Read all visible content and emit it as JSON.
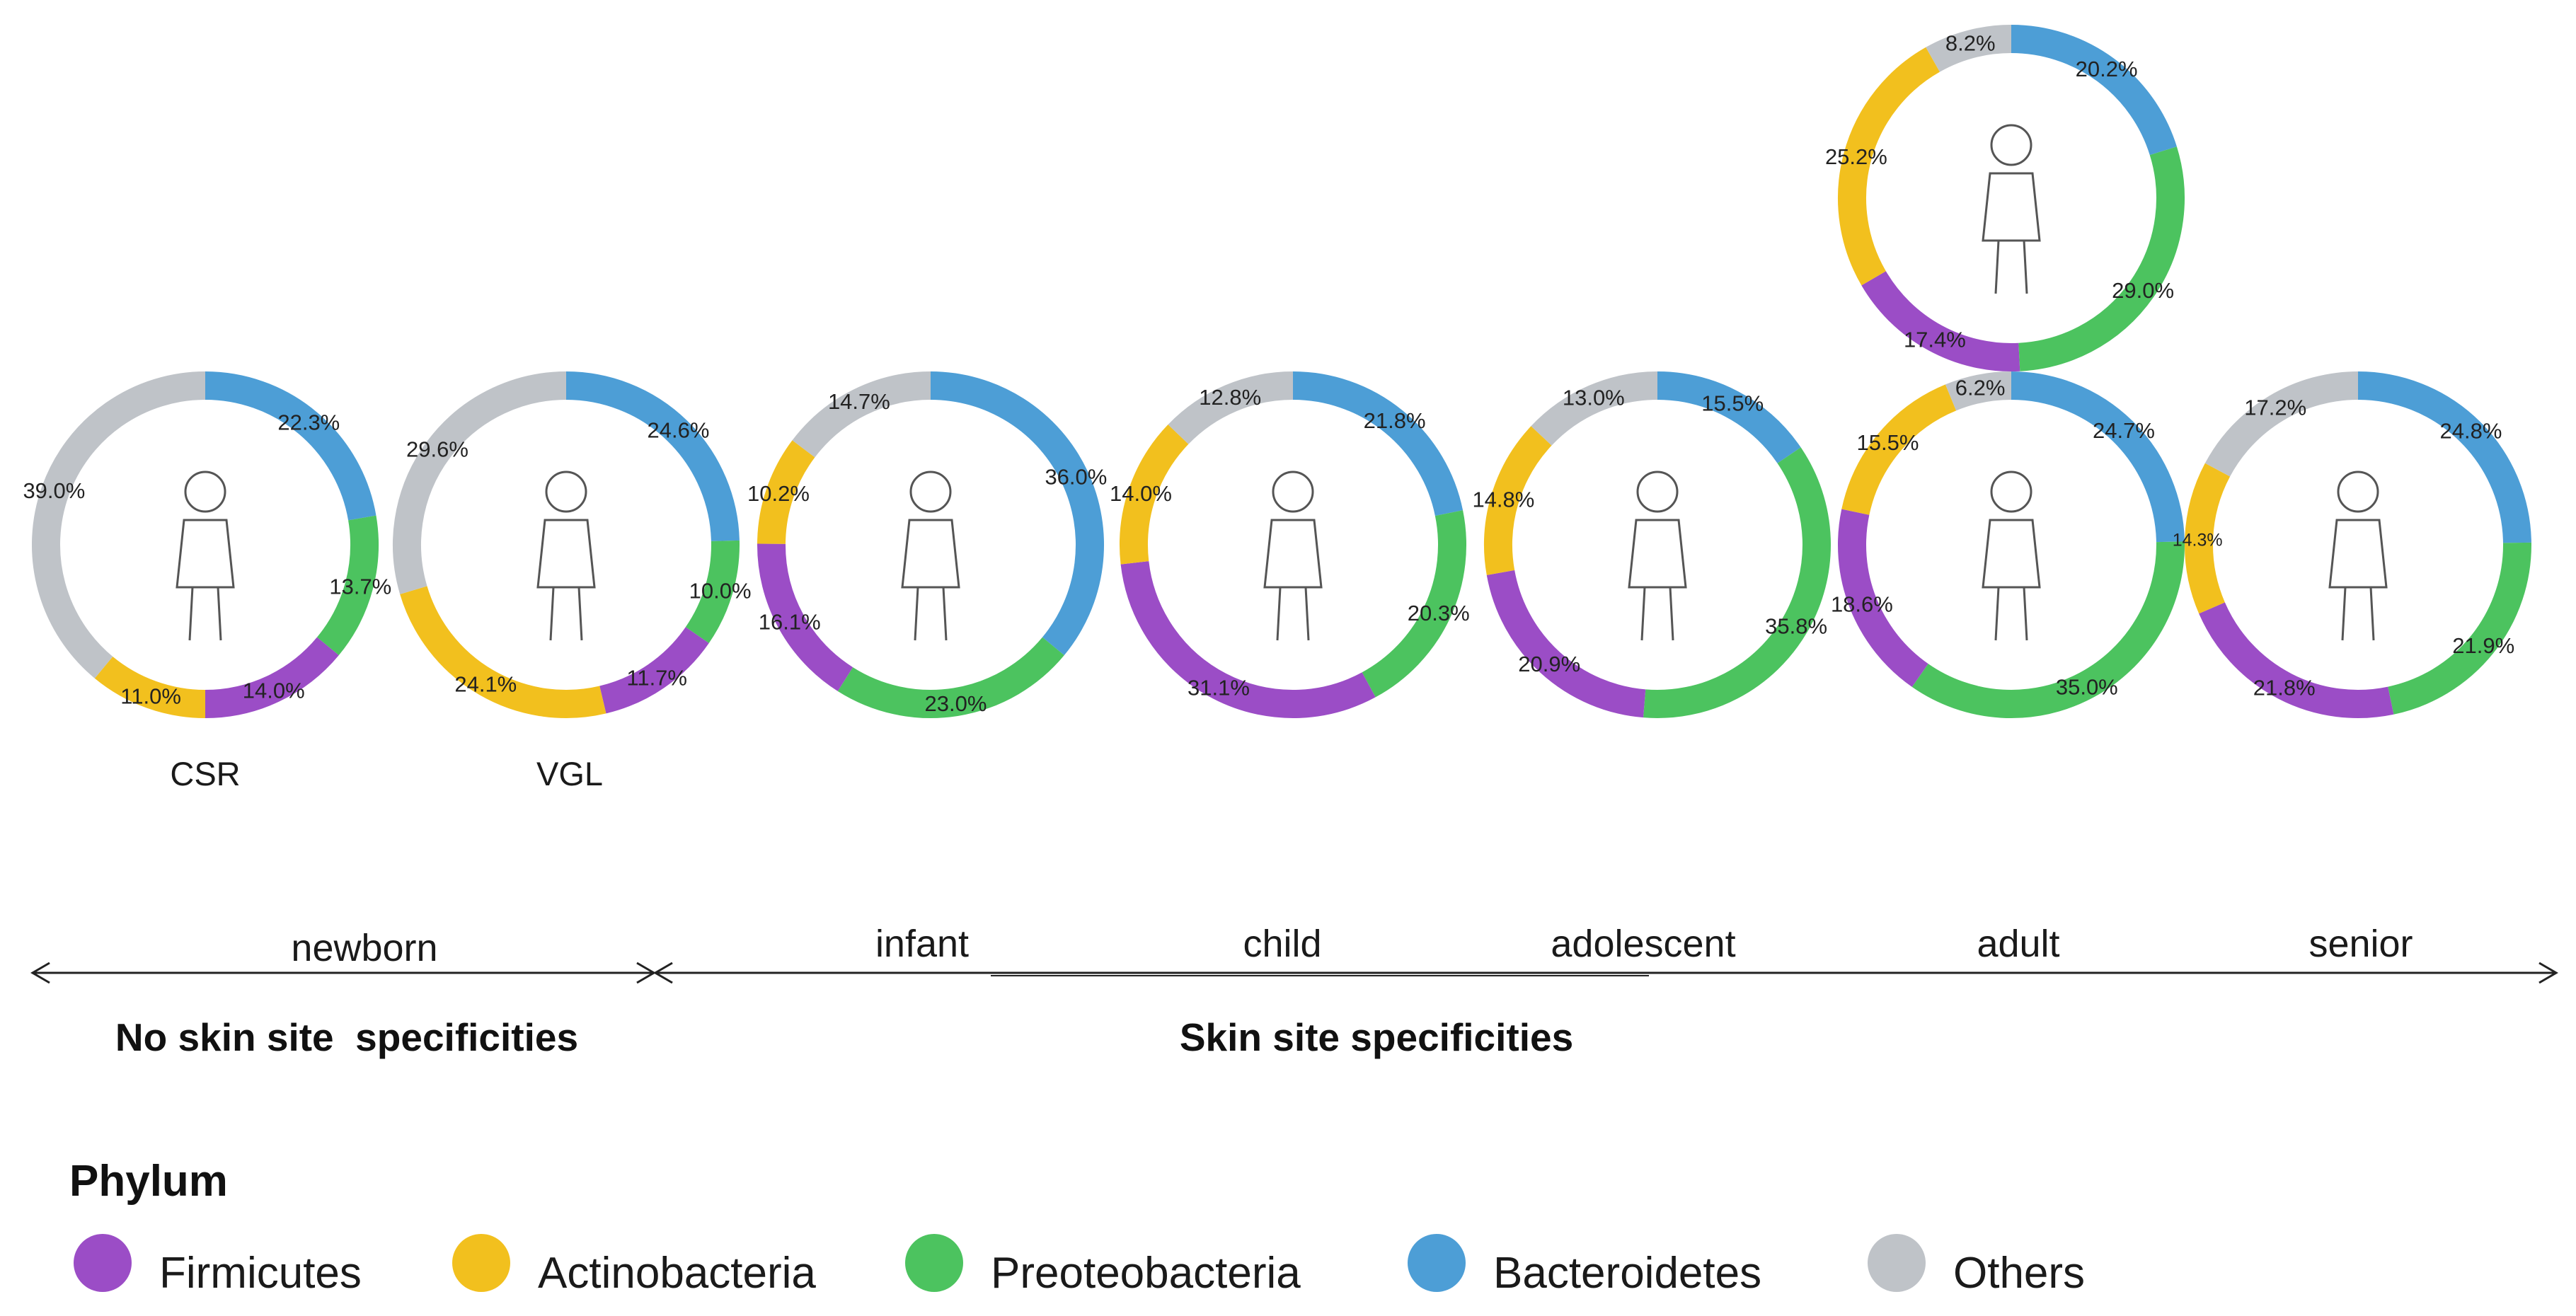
{
  "chart_data": {
    "type": "pie",
    "series_order": [
      "Bacteroidetes",
      "Preoteobacteria",
      "Firmicutes",
      "Actinobacteria",
      "Others"
    ],
    "legend": {
      "title": "Phylum",
      "placement": "bottom-left",
      "items": [
        {
          "name": "Firmicutes",
          "color": "#9b4dc6"
        },
        {
          "name": "Actinobacteria",
          "color": "#f2c01e"
        },
        {
          "name": "Preoteobacteria",
          "color": "#4cc35f"
        },
        {
          "name": "Bacteroidetes",
          "color": "#4d9ed6"
        },
        {
          "name": "Others",
          "color": "#bfc3c8"
        }
      ]
    },
    "charts": [
      {
        "label": "CSR",
        "values": {
          "Bacteroidetes": 22.3,
          "Preoteobacteria": 13.7,
          "Firmicutes": 14.0,
          "Actinobacteria": 11.0,
          "Others": 39.0
        },
        "labels": {
          "Bacteroidetes": "22.3%",
          "Preoteobacteria": "13.7%",
          "Firmicutes": "14.0%",
          "Actinobacteria": "11.0%",
          "Others": "39.0%"
        }
      },
      {
        "label": "VGL",
        "values": {
          "Bacteroidetes": 24.6,
          "Preoteobacteria": 10.0,
          "Firmicutes": 11.7,
          "Actinobacteria": 24.1,
          "Others": 29.6
        },
        "labels": {
          "Bacteroidetes": "24.6%",
          "Preoteobacteria": "10.0%",
          "Firmicutes": "11.7%",
          "Actinobacteria": "24.1%",
          "Others": "29.6%"
        }
      },
      {
        "label": "",
        "values": {
          "Bacteroidetes": 36.0,
          "Preoteobacteria": 23.0,
          "Firmicutes": 16.1,
          "Actinobacteria": 10.2,
          "Others": 14.7
        },
        "labels": {
          "Bacteroidetes": "36.0%",
          "Preoteobacteria": "23.0%",
          "Firmicutes": "16.1%",
          "Actinobacteria": "10.2%",
          "Others": "14.7%"
        }
      },
      {
        "label": "",
        "values": {
          "Bacteroidetes": 21.8,
          "Preoteobacteria": 20.3,
          "Firmicutes": 31.1,
          "Actinobacteria": 14.0,
          "Others": 12.8
        },
        "labels": {
          "Bacteroidetes": "21.8%",
          "Preoteobacteria": "20.3%",
          "Firmicutes": "31.1%",
          "Actinobacteria": "14.0%",
          "Others": "12.8%"
        }
      },
      {
        "label": "",
        "values": {
          "Bacteroidetes": 15.5,
          "Preoteobacteria": 35.8,
          "Firmicutes": 20.9,
          "Actinobacteria": 14.8,
          "Others": 13.0
        },
        "labels": {
          "Bacteroidetes": "15.5%",
          "Preoteobacteria": "35.8%",
          "Firmicutes": "20.9%",
          "Actinobacteria": "14.8%",
          "Others": "13.0%"
        }
      },
      {
        "label": "",
        "values": {
          "Bacteroidetes": 20.2,
          "Preoteobacteria": 29.0,
          "Firmicutes": 17.4,
          "Actinobacteria": 25.2,
          "Others": 8.2
        },
        "labels": {
          "Bacteroidetes": "20.2%",
          "Preoteobacteria": "29.0%",
          "Firmicutes": "17.4%",
          "Actinobacteria": "25.2%",
          "Others": "8.2%"
        }
      },
      {
        "label": "",
        "values": {
          "Bacteroidetes": 24.7,
          "Preoteobacteria": 35.0,
          "Firmicutes": 18.6,
          "Actinobacteria": 15.5,
          "Others": 6.2
        },
        "labels": {
          "Bacteroidetes": "24.7%",
          "Preoteobacteria": "35.0%",
          "Firmicutes": "18.6%",
          "Actinobacteria": "15.5%",
          "Others": "6.2%"
        }
      },
      {
        "label": "",
        "values": {
          "Bacteroidetes": 24.8,
          "Preoteobacteria": 21.9,
          "Firmicutes": 21.8,
          "Actinobacteria": 14.3,
          "Others": 17.2
        },
        "labels": {
          "Bacteroidetes": "24.8%",
          "Preoteobacteria": "21.9%",
          "Firmicutes": "21.8%",
          "Actinobacteria": "14.3%",
          "Others": "17.2%"
        }
      }
    ],
    "stages": [
      "newborn",
      "infant",
      "child",
      "adolescent",
      "adult",
      "senior"
    ],
    "sections": [
      "No skin site  specificities",
      "Skin site specificities"
    ]
  }
}
